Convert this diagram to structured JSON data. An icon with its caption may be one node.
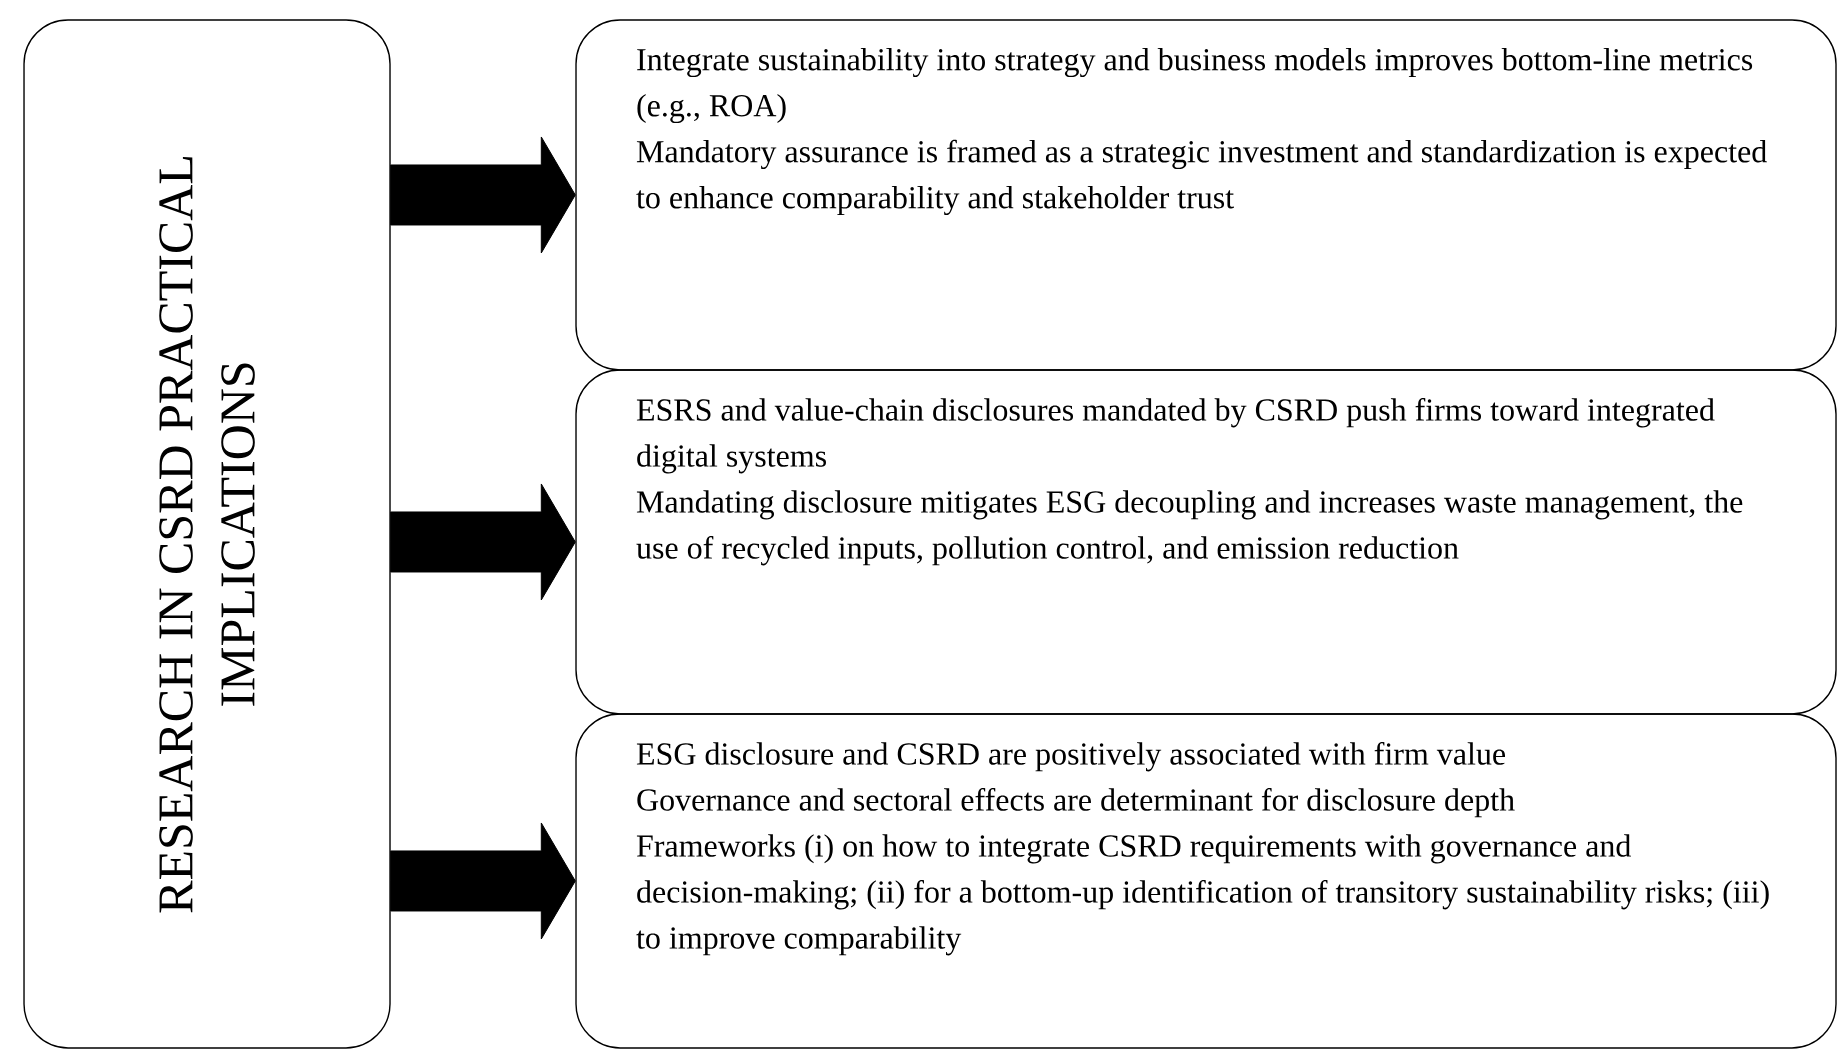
{
  "diagram": {
    "nodes": [
      {
        "text": [
          "RESEARCH IN CSRD PRACTICAL IMPLICATIONS"
        ]
      },
      {
        "text": [
          "Integrate sustainability into strategy and business models improves bottom-line metrics (e.g., ROA)",
          "Mandatory assurance is framed as a strategic investment and standardization is expected to enhance comparability and stakeholder trust"
        ]
      },
      {
        "text": [
          "ESRS and value-chain disclosures mandated by CSRD push firms toward integrated digital systems",
          "Mandating disclosure mitigates ESG decoupling and increases waste management, the use of recycled inputs, pollution control, and emission reduction"
        ]
      },
      {
        "text": [
          "ESG disclosure and CSRD are positively associated with firm value",
          "Governance and sectoral effects are determinant for disclosure depth",
          "Frameworks (i) on how to integrate CSRD requirements with governance and decision-making; (ii) for a bottom-up identification of transitory sustainability risks; (iii) to improve comparability"
        ]
      }
    ],
    "edges": [
      {
        "from": 0,
        "to": 1,
        "arrow": "to"
      },
      {
        "from": 0,
        "to": 2,
        "arrow": "to"
      },
      {
        "from": 0,
        "to": 3,
        "arrow": "to"
      }
    ]
  }
}
